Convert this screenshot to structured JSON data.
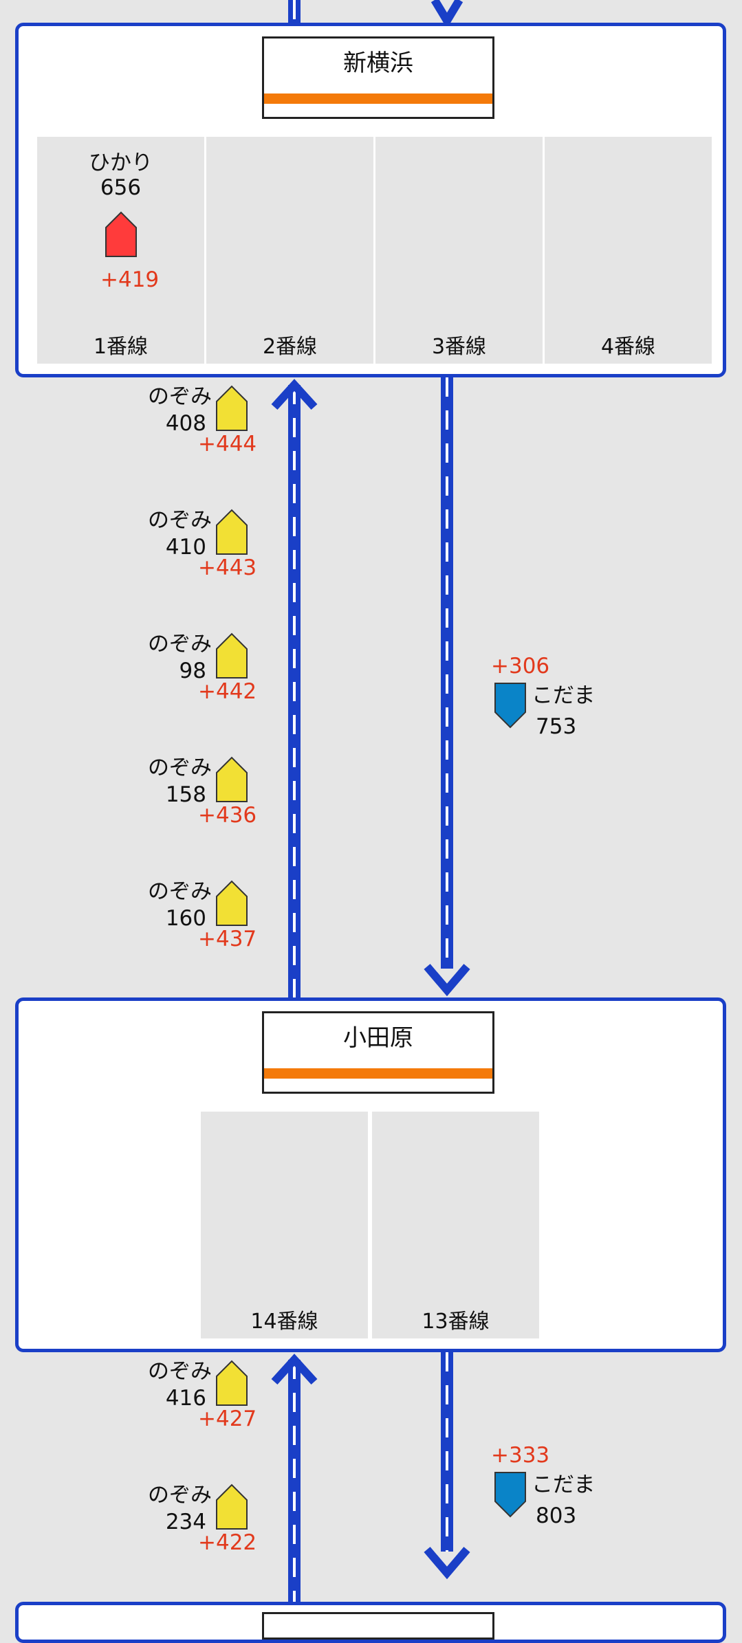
{
  "colors": {
    "track": "#1a3fc7",
    "station_stripe": "#f47a0a",
    "delay": "#e2391c",
    "hikari": "#ff3b3b",
    "nozomi": "#f2e034",
    "kodama": "#0a84c8"
  },
  "stations": [
    {
      "name": "新横浜",
      "platforms": [
        {
          "label": "1番線",
          "train": {
            "name": "ひかり",
            "number": "656",
            "delay": "+419",
            "icon": "hikari-train-icon"
          }
        },
        {
          "label": "2番線"
        },
        {
          "label": "3番線"
        },
        {
          "label": "4番線"
        }
      ]
    },
    {
      "name": "小田原",
      "platforms": [
        {
          "label": "14番線"
        },
        {
          "label": "13番線"
        }
      ]
    }
  ],
  "segment1": {
    "up": [
      {
        "name": "のぞみ",
        "number": "408",
        "delay": "+444"
      },
      {
        "name": "のぞみ",
        "number": "410",
        "delay": "+443"
      },
      {
        "name": "のぞみ",
        "number": "98",
        "delay": "+442"
      },
      {
        "name": "のぞみ",
        "number": "158",
        "delay": "+436"
      },
      {
        "name": "のぞみ",
        "number": "160",
        "delay": "+437"
      }
    ],
    "down": [
      {
        "name": "こだま",
        "number": "753",
        "delay": "+306"
      }
    ]
  },
  "segment2": {
    "up": [
      {
        "name": "のぞみ",
        "number": "416",
        "delay": "+427"
      },
      {
        "name": "のぞみ",
        "number": "234",
        "delay": "+422"
      }
    ],
    "down": [
      {
        "name": "こだま",
        "number": "803",
        "delay": "+333"
      }
    ]
  }
}
